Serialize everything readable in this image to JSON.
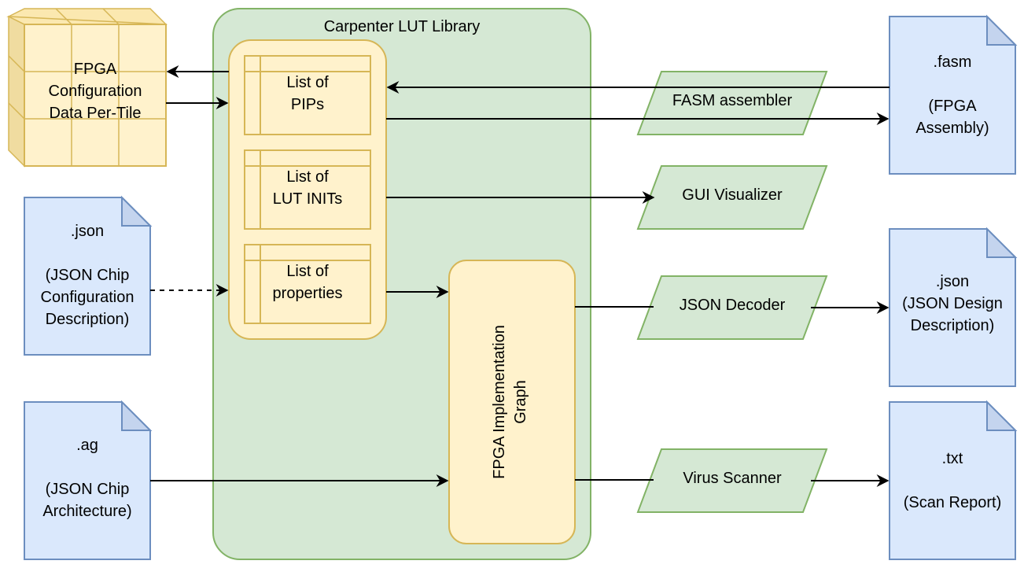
{
  "library": {
    "title": "Carpenter LUT Library",
    "lists": [
      {
        "text": "List of\nPIPs"
      },
      {
        "text": "List of\nLUT INITs"
      },
      {
        "text": "List of\nproperties"
      }
    ],
    "graph": "FPGA Implementation\nGraph"
  },
  "config_data": "FPGA\nConfiguration\nData Per-Tile",
  "inputs": {
    "chip_config": ".json\n\n(JSON Chip\nConfiguration\nDescription)",
    "chip_arch": ".ag\n\n(JSON Chip\nArchitecture)"
  },
  "tools": {
    "fasm_assembler": "FASM assembler",
    "gui_visualizer": "GUI Visualizer",
    "json_decoder": "JSON Decoder",
    "virus_scanner": "Virus Scanner"
  },
  "outputs": {
    "fasm": ".fasm\n\n(FPGA\nAssembly)",
    "design_json": ".json\n(JSON Design\nDescription)",
    "scan_report": ".txt\n\n(Scan Report)"
  },
  "colors": {
    "library_fill": "#d5e8d4",
    "library_stroke": "#82b366",
    "yellow_fill": "#fff2cc",
    "yellow_stroke": "#d6b656",
    "doc_fill": "#dae8fc",
    "doc_stroke": "#6c8ebf",
    "arrow": "#000000"
  }
}
